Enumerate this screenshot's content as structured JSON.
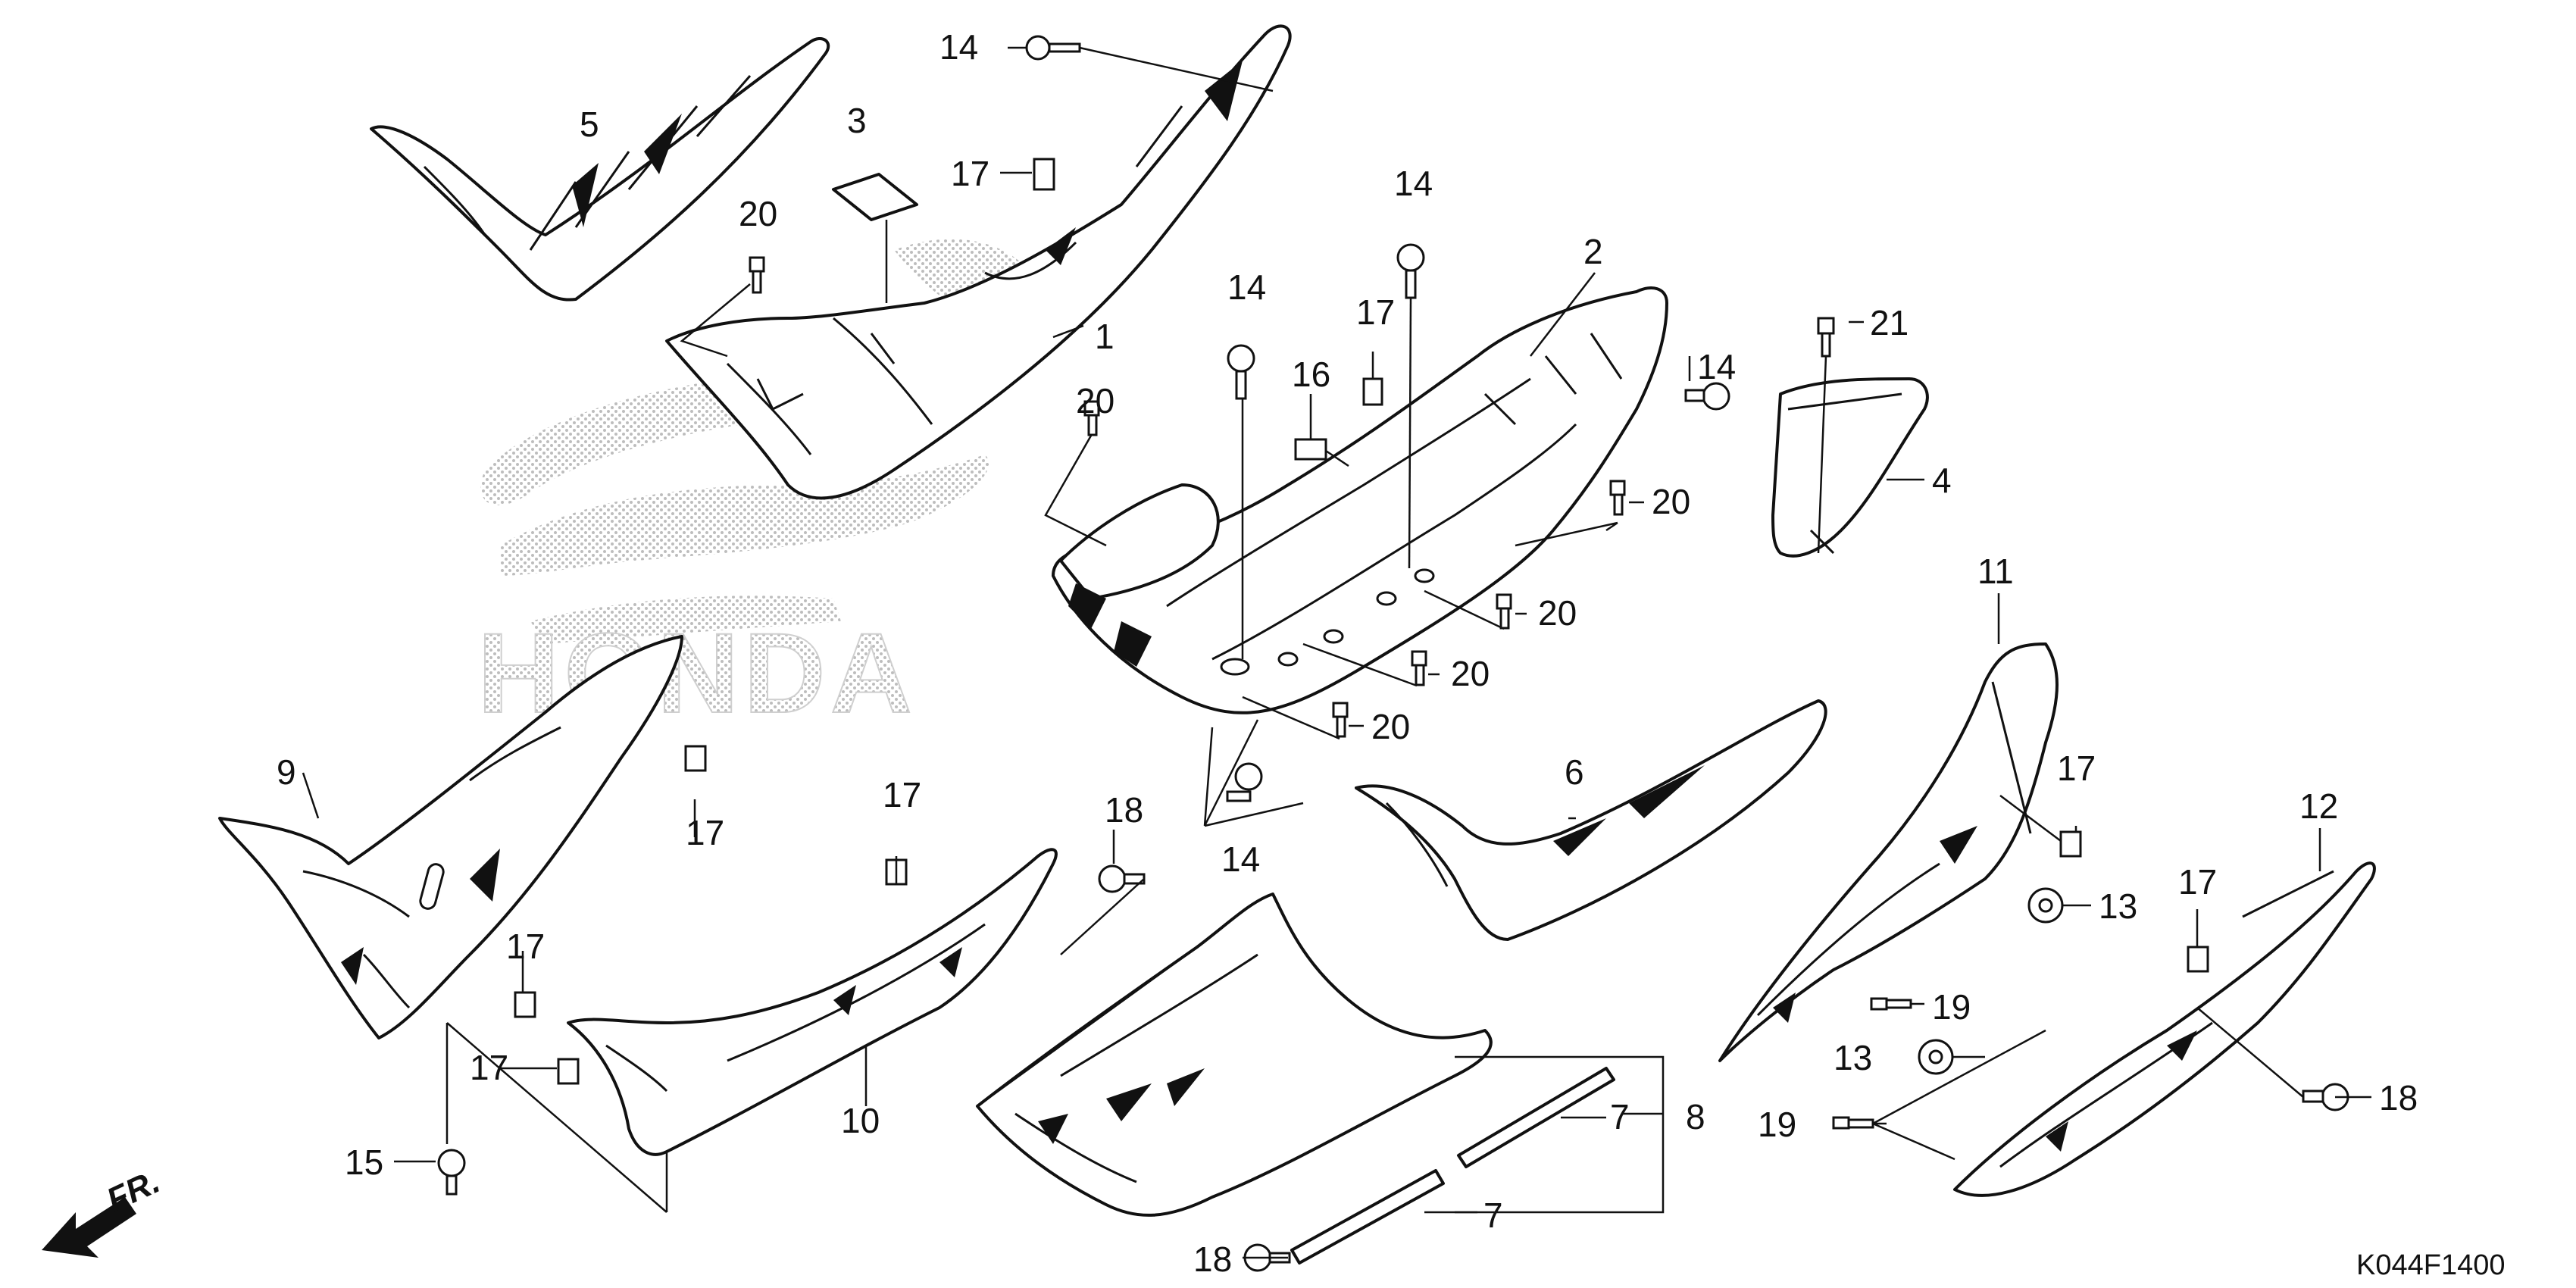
{
  "diagram": {
    "watermark_text": "HONDA",
    "direction_label": "FR.",
    "diagram_code": "K044F1400",
    "callouts": [
      {
        "id": "c5",
        "text": "5"
      },
      {
        "id": "c3",
        "text": "3"
      },
      {
        "id": "c14a",
        "text": "14"
      },
      {
        "id": "c17a",
        "text": "17"
      },
      {
        "id": "c20a",
        "text": "20"
      },
      {
        "id": "c1",
        "text": "1"
      },
      {
        "id": "c14b",
        "text": "14"
      },
      {
        "id": "c2",
        "text": "2"
      },
      {
        "id": "c14c",
        "text": "14"
      },
      {
        "id": "c17b",
        "text": "17"
      },
      {
        "id": "c16",
        "text": "16"
      },
      {
        "id": "c20b",
        "text": "20"
      },
      {
        "id": "c21",
        "text": "21"
      },
      {
        "id": "c14d",
        "text": "14"
      },
      {
        "id": "c4",
        "text": "4"
      },
      {
        "id": "c20c",
        "text": "20"
      },
      {
        "id": "c20d",
        "text": "20"
      },
      {
        "id": "c20e",
        "text": "20"
      },
      {
        "id": "c20f",
        "text": "20"
      },
      {
        "id": "c14e",
        "text": "14"
      },
      {
        "id": "c9",
        "text": "9"
      },
      {
        "id": "c17c",
        "text": "17"
      },
      {
        "id": "c17d",
        "text": "17"
      },
      {
        "id": "c18a",
        "text": "18"
      },
      {
        "id": "c6",
        "text": "6"
      },
      {
        "id": "c11",
        "text": "11"
      },
      {
        "id": "c17e",
        "text": "17"
      },
      {
        "id": "c12",
        "text": "12"
      },
      {
        "id": "c13a",
        "text": "13"
      },
      {
        "id": "c17f",
        "text": "17"
      },
      {
        "id": "c17g",
        "text": "17"
      },
      {
        "id": "c19a",
        "text": "19"
      },
      {
        "id": "c10",
        "text": "10"
      },
      {
        "id": "c17h",
        "text": "17"
      },
      {
        "id": "c15",
        "text": "15"
      },
      {
        "id": "c7a",
        "text": "7"
      },
      {
        "id": "c8",
        "text": "8"
      },
      {
        "id": "c13b",
        "text": "13"
      },
      {
        "id": "c18b",
        "text": "18"
      },
      {
        "id": "c19b",
        "text": "19"
      },
      {
        "id": "c7b",
        "text": "7"
      },
      {
        "id": "c18c",
        "text": "18"
      }
    ]
  }
}
